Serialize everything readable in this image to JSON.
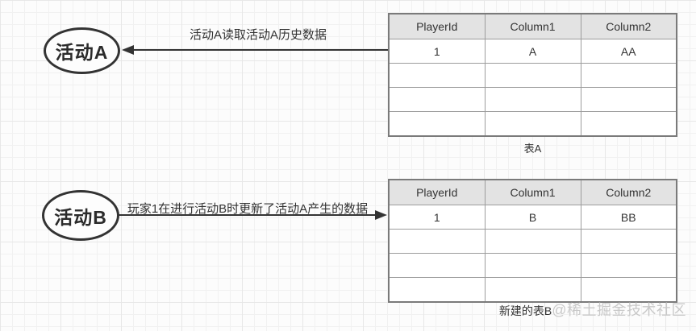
{
  "diagram": {
    "nodes": [
      {
        "id": "activity-a",
        "label": "活动A"
      },
      {
        "id": "activity-b",
        "label": "活动B"
      }
    ],
    "arrows": [
      {
        "id": "arrow-a",
        "label": "活动A读取活动A历史数据",
        "direction": "left",
        "from": "table-a",
        "to": "activity-a"
      },
      {
        "id": "arrow-b",
        "label": "玩家1在进行活动B时更新了活动A产生的数据",
        "direction": "right",
        "from": "activity-b",
        "to": "table-b"
      }
    ]
  },
  "tables": [
    {
      "caption": "表A",
      "headers": [
        "PlayerId",
        "Column1",
        "Column2"
      ],
      "rows": [
        [
          "1",
          "A",
          "AA"
        ],
        [
          "",
          "",
          ""
        ],
        [
          "",
          "",
          ""
        ],
        [
          "",
          "",
          ""
        ]
      ]
    },
    {
      "caption": "新建的表B",
      "headers": [
        "PlayerId",
        "Column1",
        "Column2"
      ],
      "rows": [
        [
          "1",
          "B",
          "BB"
        ],
        [
          "",
          "",
          ""
        ],
        [
          "",
          "",
          ""
        ],
        [
          "",
          "",
          ""
        ]
      ]
    }
  ],
  "watermark": "@稀土掘金技术社区",
  "colors": {
    "stroke": "#333333",
    "table_border": "#7a7a7a",
    "table_inner_border": "#9c9c9c",
    "header_bg": "#e3e3e3",
    "text": "#333333",
    "watermark": "#c9c9c9",
    "grid_line": "#ededed"
  }
}
